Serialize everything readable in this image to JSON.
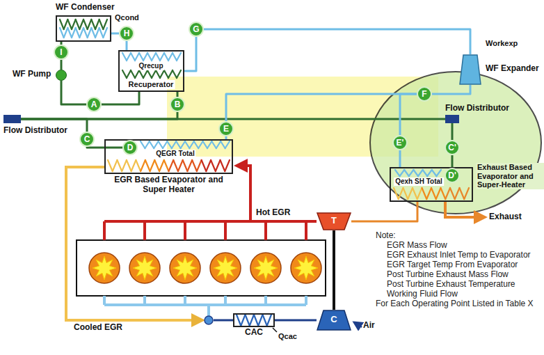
{
  "diagram": {
    "nodes": [
      {
        "text": [
          "WF Condenser"
        ]
      },
      {
        "text": [
          "I"
        ]
      },
      {
        "text": [
          "H"
        ]
      },
      {
        "text": [
          "Qrecup",
          "Recuperator"
        ]
      },
      {
        "text": [
          "G"
        ]
      },
      {
        "text": [
          "WF Pump"
        ]
      },
      {
        "text": [
          "A"
        ]
      },
      {
        "text": [
          "B"
        ]
      },
      {
        "text": [
          "WF Expander"
        ]
      },
      {
        "text": [
          "Flow Distributor"
        ]
      },
      {
        "text": [
          "C"
        ]
      },
      {
        "text": [
          "E"
        ]
      },
      {
        "text": [
          "F"
        ]
      },
      {
        "text": [
          "E'"
        ]
      },
      {
        "text": [
          "Flow Distributor"
        ]
      },
      {
        "text": [
          "C'"
        ]
      },
      {
        "text": [
          "QEGR Total",
          "EGR Based Evaporator and Super Heater"
        ]
      },
      {
        "text": [
          "D"
        ],
        "in": 16
      },
      {
        "text": [
          "Qexh SH Total",
          "Exhaust Based Evaporator and Super-Heater"
        ]
      },
      {
        "text": [
          "D'"
        ],
        "in": 18
      },
      {
        "text": [
          "T"
        ]
      },
      {
        "text": [
          "C"
        ]
      },
      {
        "text": [
          "CAC"
        ]
      }
    ],
    "edges": [
      {
        "from": 0,
        "to": 1,
        "arrow": "none"
      },
      {
        "from": 1,
        "to": 5,
        "arrow": "none"
      },
      {
        "from": 5,
        "to": 6,
        "arrow": "none"
      },
      {
        "from": 6,
        "to": 3,
        "arrow": "none"
      },
      {
        "from": 3,
        "to": 7,
        "arrow": "none"
      },
      {
        "from": 7,
        "to": 9,
        "arrow": "none"
      },
      {
        "from": 9,
        "to": 10,
        "arrow": "none"
      },
      {
        "from": 10,
        "to": 17,
        "arrow": "none"
      },
      {
        "from": 9,
        "to": 14,
        "arrow": "none"
      },
      {
        "from": 14,
        "to": 15,
        "arrow": "none"
      },
      {
        "from": 15,
        "to": 19,
        "arrow": "none"
      },
      {
        "from": 16,
        "to": 11,
        "arrow": "none"
      },
      {
        "from": 11,
        "to": 12,
        "arrow": "none"
      },
      {
        "from": 18,
        "to": 13,
        "arrow": "none"
      },
      {
        "from": 13,
        "to": 12,
        "arrow": "none"
      },
      {
        "from": 12,
        "to": 8,
        "arrow": "none"
      },
      {
        "from": 8,
        "to": 4,
        "arrow": "none"
      },
      {
        "from": 4,
        "to": 3,
        "arrow": "none"
      },
      {
        "from": 3,
        "to": 2,
        "arrow": "none"
      },
      {
        "from": 2,
        "to": 0,
        "arrow": "none"
      },
      {
        "from": 20,
        "to": 18,
        "arrow": "none"
      },
      {
        "from": 20,
        "to": 21,
        "arrow": "none"
      },
      {
        "from": 21,
        "to": 22,
        "arrow": "none"
      }
    ],
    "labels": [
      "Qcond",
      "Workexp",
      "Hot EGR",
      "Exhaust",
      "Cooled EGR",
      "Qcac",
      "Air",
      "Note:",
      "EGR Mass Flow",
      "EGR Exhaust Inlet Temp to Evaporator",
      "EGR Target Temp From Evaporator",
      "Post Turbine Exhaust Mass Flow",
      "Post Turbine Exhaust Temperature",
      "Working Fluid Flow",
      "For Each Operating Point Listed in Table X"
    ]
  }
}
